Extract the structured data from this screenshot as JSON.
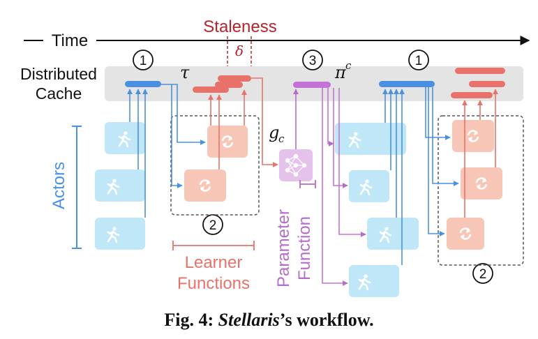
{
  "time_label": "Time",
  "staleness_label": "Staleness",
  "delta_symbol": "δ",
  "cache_label_line1": "Distributed",
  "cache_label_line2": "Cache",
  "tau_symbol": "τ",
  "g_symbol_base": "g",
  "g_symbol_sub": "c",
  "pi_symbol_base": "π",
  "pi_symbol_sup": "c",
  "step_one": "1",
  "step_two": "2",
  "step_three": "3",
  "actors_label": "Actors",
  "learner_label_line1": "Learner",
  "learner_label_line2": "Functions",
  "param_label_line1": "Parameter",
  "param_label_line2": "Function",
  "caption_prefix": "Fig. 4:",
  "caption_name": "Stellaris",
  "caption_suffix": "’s workflow.",
  "icons": {
    "actor": "person-walking-icon",
    "learner": "refresh-cycle-icon",
    "parameter": "neural-network-icon"
  },
  "colors": {
    "actor_fill": "#BFE7F8",
    "actor_stroke": "#4A90E2",
    "learner_fill": "#F8C6B6",
    "learner_stroke": "#E8726A",
    "param_fill": "#E4C2EC",
    "param_stroke": "#B56CC9",
    "cache_band": "#E4E4E4",
    "staleness": "#B5242C",
    "actor_label": "#4A90E2",
    "learner_label": "#E8726A",
    "param_label": "#B56CC9"
  }
}
